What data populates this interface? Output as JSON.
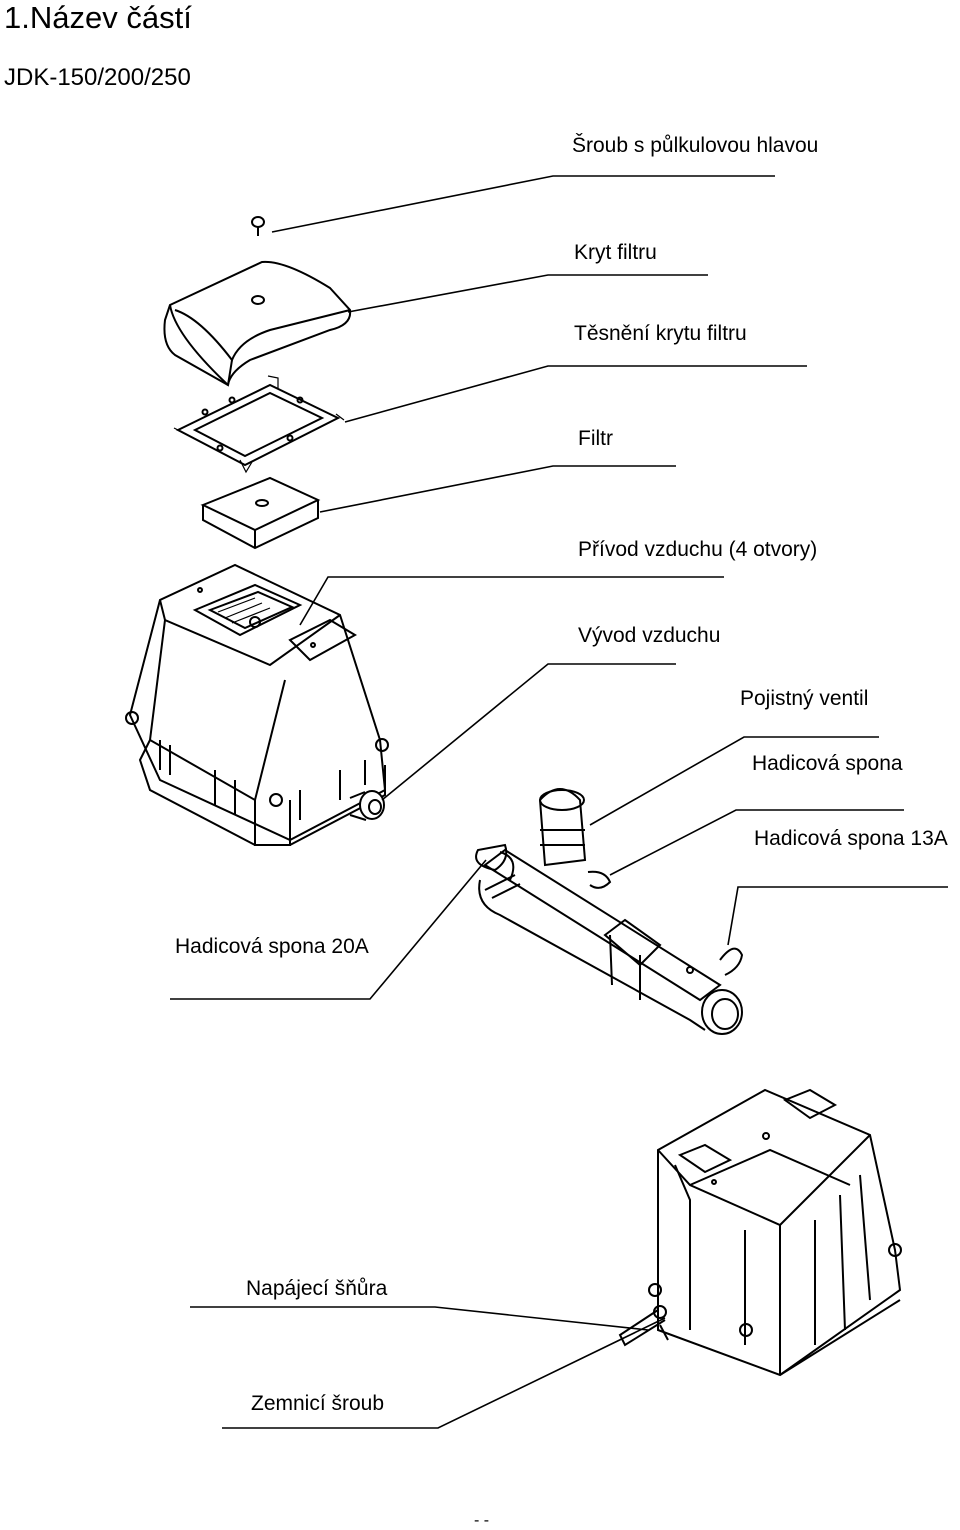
{
  "title": "1.Název částí",
  "model": "JDK-150/200/250",
  "labels": {
    "screw": "Šroub s půlkulovou hlavou",
    "filter_cover": "Kryt filtru",
    "filter_cover_gasket": "Těsnění krytu filtru",
    "filter": "Filtr",
    "air_inlet": "Přívod vzduchu (4 otvory)",
    "air_outlet": "Vývod vzduchu",
    "safety_valve": "Pojistný ventil",
    "hose_clamp": "Hadicová spona",
    "hose_clamp_13a": "Hadicová spona 13A",
    "hose_clamp_20a": "Hadicová spona 20A",
    "power_cord": "Napájecí šňůra",
    "ground_screw": "Zemnicí šroub"
  },
  "page_mark": "- -"
}
